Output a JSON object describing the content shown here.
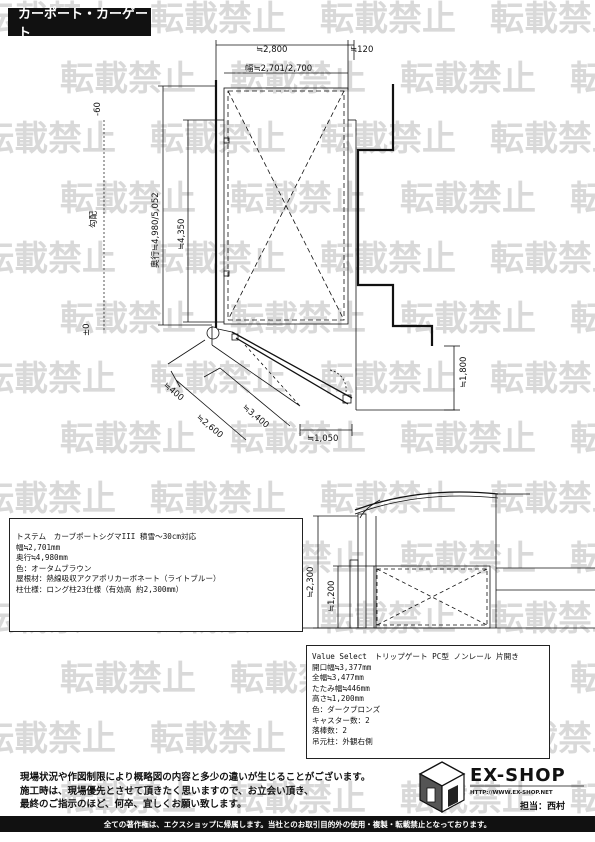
{
  "page_title": "カーポート・カーゲート",
  "watermark_text": "転載禁止",
  "plan_dimensions": {
    "top_width": "≒2,800",
    "top_offset": "≒120",
    "roof_width": "幅≒2,701/2,700",
    "depth": "奥行≒4,980/5,052",
    "post_span": "≒4,350",
    "gradient_label": "勾配",
    "level_top": "-60",
    "level_zero": "±0",
    "side_right": "≒1,800",
    "diag_400": "≒400",
    "diag_2600": "≒2,600",
    "diag_3400": "≒3,400",
    "bottom_1050": "≒1,050"
  },
  "elevation_dimensions": {
    "height_total": "≒2,300",
    "height_gate": "≒1,200"
  },
  "carport_spec": [
    "トステム　カーブポートシグマIII 積雪～30cm対応",
    "幅≒2,701mm",
    "奥行≒4,980mm",
    "色：オータムブラウン",
    "屋根材：熱線吸収アクアポリカーボネート（ライトブルー）",
    "柱仕様：ロング柱23仕様（有効高 約2,300mm）"
  ],
  "gate_spec": [
    "Value Select　トリップゲート PC型 ノンレール 片開き",
    "開口幅≒3,377mm",
    "全幅≒3,477mm",
    "たたみ幅≒446mm",
    "高さ≒1,200mm",
    "色：ダークブロンズ",
    "キャスター数：2",
    "落棒数：2",
    "吊元柱：外観右側"
  ],
  "notice_lines": [
    "現場状況や作図制限により概略図の内容と多少の違いが生じることがございます。",
    "施工時は、現場優先とさせて頂きたく思いますので、お立会い頂き、",
    "最終のご指示のほど、何卒、宜しくお願い致します。"
  ],
  "brand": {
    "name": "EX-SHOP",
    "url": "HTTP://WWW.EX-SHOP.NET",
    "staff": "担当：西村"
  },
  "footer_text": "全ての著作権は、エクスショップに帰属します。当社とのお取引目的外の使用・複製・転載禁止となっております。"
}
